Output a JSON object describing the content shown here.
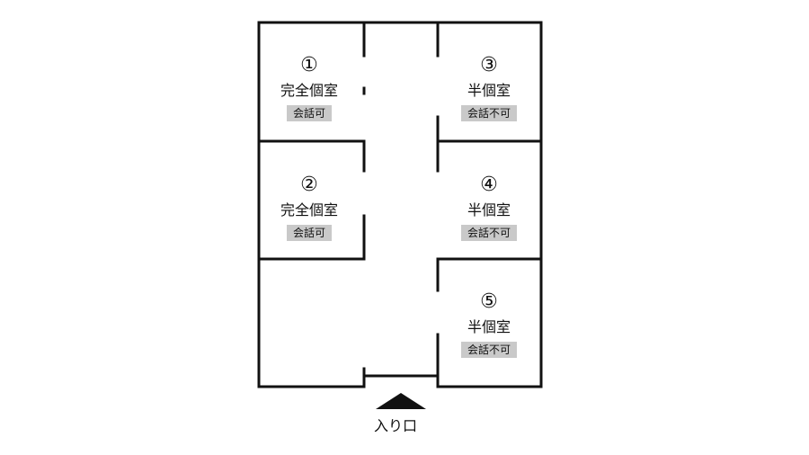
{
  "rooms": [
    {
      "number": "①",
      "type": "完全個室",
      "conversation": "会話可"
    },
    {
      "number": "②",
      "type": "完全個室",
      "conversation": "会話可"
    },
    {
      "number": "③",
      "type": "半個室",
      "conversation": "会話不可"
    },
    {
      "number": "④",
      "type": "半個室",
      "conversation": "会話不可"
    },
    {
      "number": "⑤",
      "type": "半個室",
      "conversation": "会話不可"
    }
  ],
  "entrance": {
    "label": "入り口"
  },
  "colors": {
    "wall": "#111111",
    "tag_background": "#c9c9c9"
  }
}
